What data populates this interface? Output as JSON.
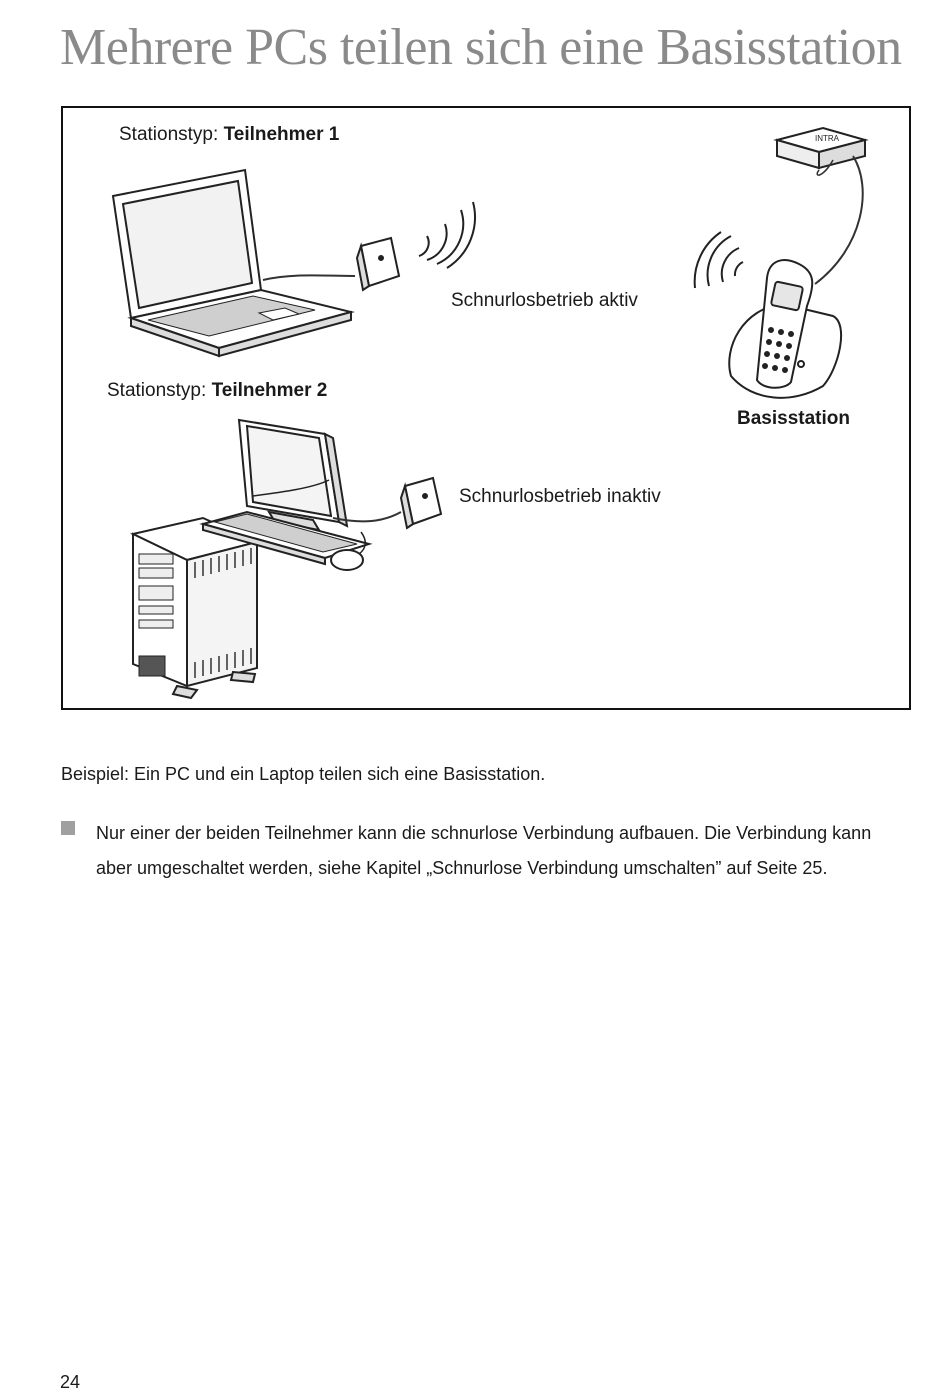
{
  "title": "Mehrere PCs teilen sich eine Basisstation",
  "figure": {
    "station1_prefix": "Stationstyp: ",
    "station1_name": "Teilnehmer 1",
    "station2_prefix": "Stationstyp: ",
    "station2_name": "Teilnehmer 2",
    "wireless_active": "Schnurlosbetrieb aktiv",
    "wireless_inactive": "Schnurlosbetrieb inaktiv",
    "base_station": "Basisstation"
  },
  "caption": "Beispiel: Ein PC und ein Laptop teilen sich eine Basisstation.",
  "bullets": [
    "Nur einer der beiden Teilnehmer kann die schnurlose Verbindung aufbauen. Die Verbindung kann aber umgeschaltet werden, siehe Kapitel „Schnurlose Verbindung umschalten” auf Seite 25."
  ],
  "page_number": "24"
}
